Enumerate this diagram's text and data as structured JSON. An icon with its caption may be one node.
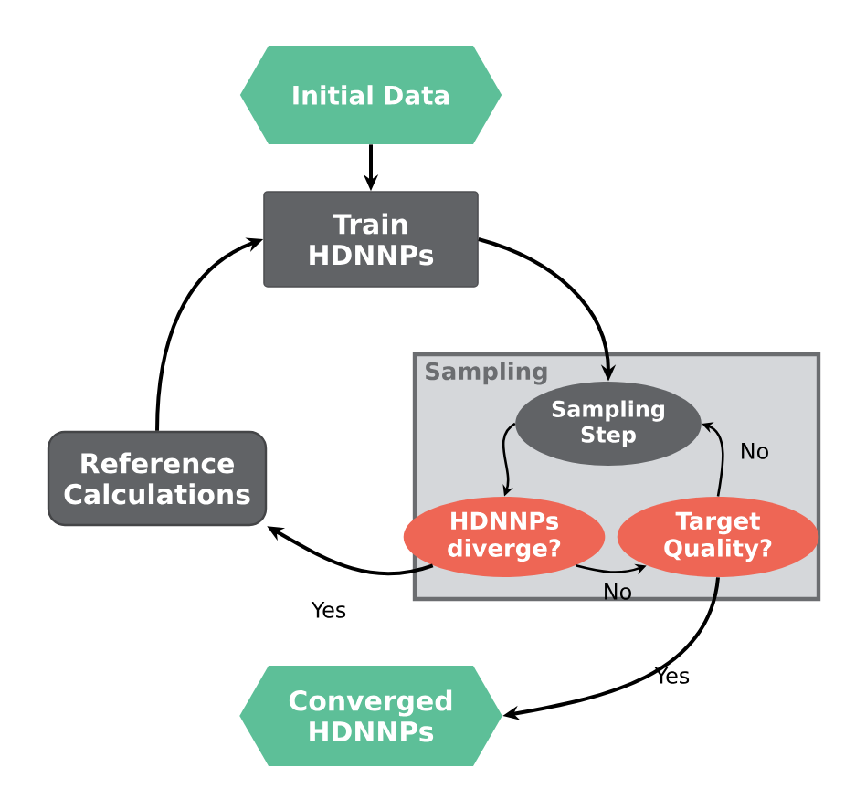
{
  "diagram": {
    "nodes": [
      {
        "text": [
          "Initial Data"
        ]
      },
      {
        "text": [
          "Train HDNNPs"
        ]
      },
      {
        "text": [
          "Sampling"
        ]
      },
      {
        "text": [
          "Sampling Step"
        ],
        "in": 2
      },
      {
        "text": [
          "HDNNPs diverge?"
        ],
        "in": 2
      },
      {
        "text": [
          "Target Quality?"
        ],
        "in": 2
      },
      {
        "text": [
          "Reference Calculations"
        ]
      },
      {
        "text": [
          "Converged HDNNPs"
        ]
      }
    ],
    "edges": [
      {
        "from": 0,
        "to": 1,
        "arrow": "to"
      },
      {
        "from": 1,
        "to": 3,
        "arrow": "to"
      },
      {
        "from": 3,
        "to": 4,
        "arrow": "to"
      },
      {
        "from": 4,
        "to": 5,
        "arrow": "to",
        "label": "No"
      },
      {
        "from": 5,
        "to": 3,
        "arrow": "to",
        "label": "No"
      },
      {
        "from": 4,
        "to": 6,
        "arrow": "to",
        "label": "Yes"
      },
      {
        "from": 6,
        "to": 1,
        "arrow": "to"
      },
      {
        "from": 5,
        "to": 7,
        "arrow": "to",
        "label": "Yes"
      }
    ]
  }
}
